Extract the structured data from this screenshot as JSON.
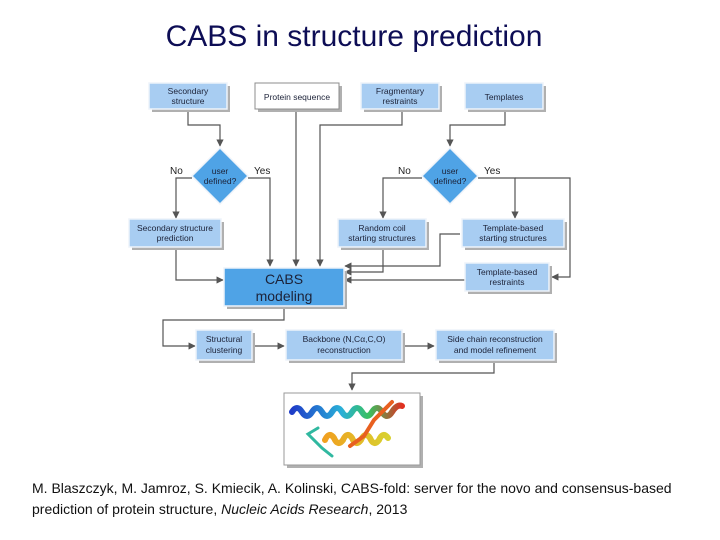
{
  "title": "CABS in structure prediction",
  "boxes": {
    "secondary_structure": [
      "Secondary",
      "structure"
    ],
    "protein_sequence": [
      "Protein sequence"
    ],
    "fragmentary_restraints": [
      "Fragmentary",
      "restraints"
    ],
    "templates": [
      "Templates"
    ],
    "ss_prediction": [
      "Secondary structure",
      "prediction"
    ],
    "random_coil": [
      "Random coil",
      "starting structures"
    ],
    "template_start": [
      "Template-based",
      "starting structures"
    ],
    "template_restraints": [
      "Template-based",
      "restraints"
    ],
    "cabs_modeling": [
      "CABS",
      "modeling"
    ],
    "structural_clustering": [
      "Structural",
      "clustering"
    ],
    "backbone": [
      "Backbone (N,Cα,C,O)",
      "reconstruction"
    ],
    "side_chain": [
      "Side chain reconstruction",
      "and model refinement"
    ]
  },
  "decisions": {
    "left": {
      "question": [
        "user",
        "defined?"
      ],
      "no": "No",
      "yes": "Yes"
    },
    "right": {
      "question": [
        "user",
        "defined?"
      ],
      "no": "No",
      "yes": "Yes"
    }
  },
  "colors": {
    "box_fill": "#a8cdf2",
    "cabs_fill": "#4fa3e6",
    "diamond_fill": "#4fa3e6",
    "box_border": "#eef3fa",
    "shadow": "#b0b0b0",
    "connector": "#555555",
    "title": "#0d0d55"
  },
  "citation": {
    "authors_and_title": "M. Blaszczyk, M. Jamroz, S. Kmiecik, A. Kolinski, CABS-fold: server for the novo and consensus-based prediction of protein structure, ",
    "journal": "Nucleic Acids Research",
    "year": ", 2013"
  }
}
